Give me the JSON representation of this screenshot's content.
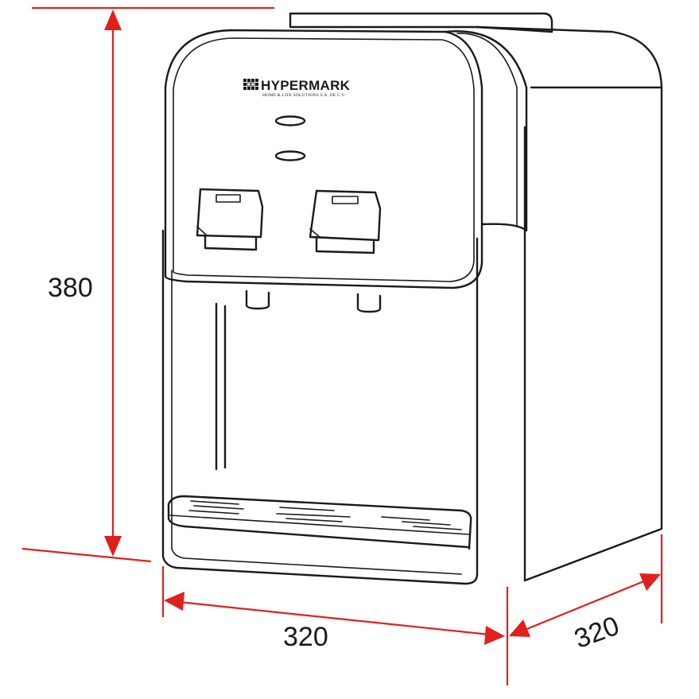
{
  "brand": {
    "name": "HYPERMARK",
    "tagline": "HOME & LIFE SOLUTIONS S.A. DE C.V."
  },
  "dimensions": {
    "height": "380",
    "width": "320",
    "depth": "320"
  },
  "colors": {
    "dimension_lines": "#e0201c",
    "outline": "#1a1a1a",
    "background": "#ffffff"
  },
  "icons": [
    "hypermark-logo-icon"
  ]
}
